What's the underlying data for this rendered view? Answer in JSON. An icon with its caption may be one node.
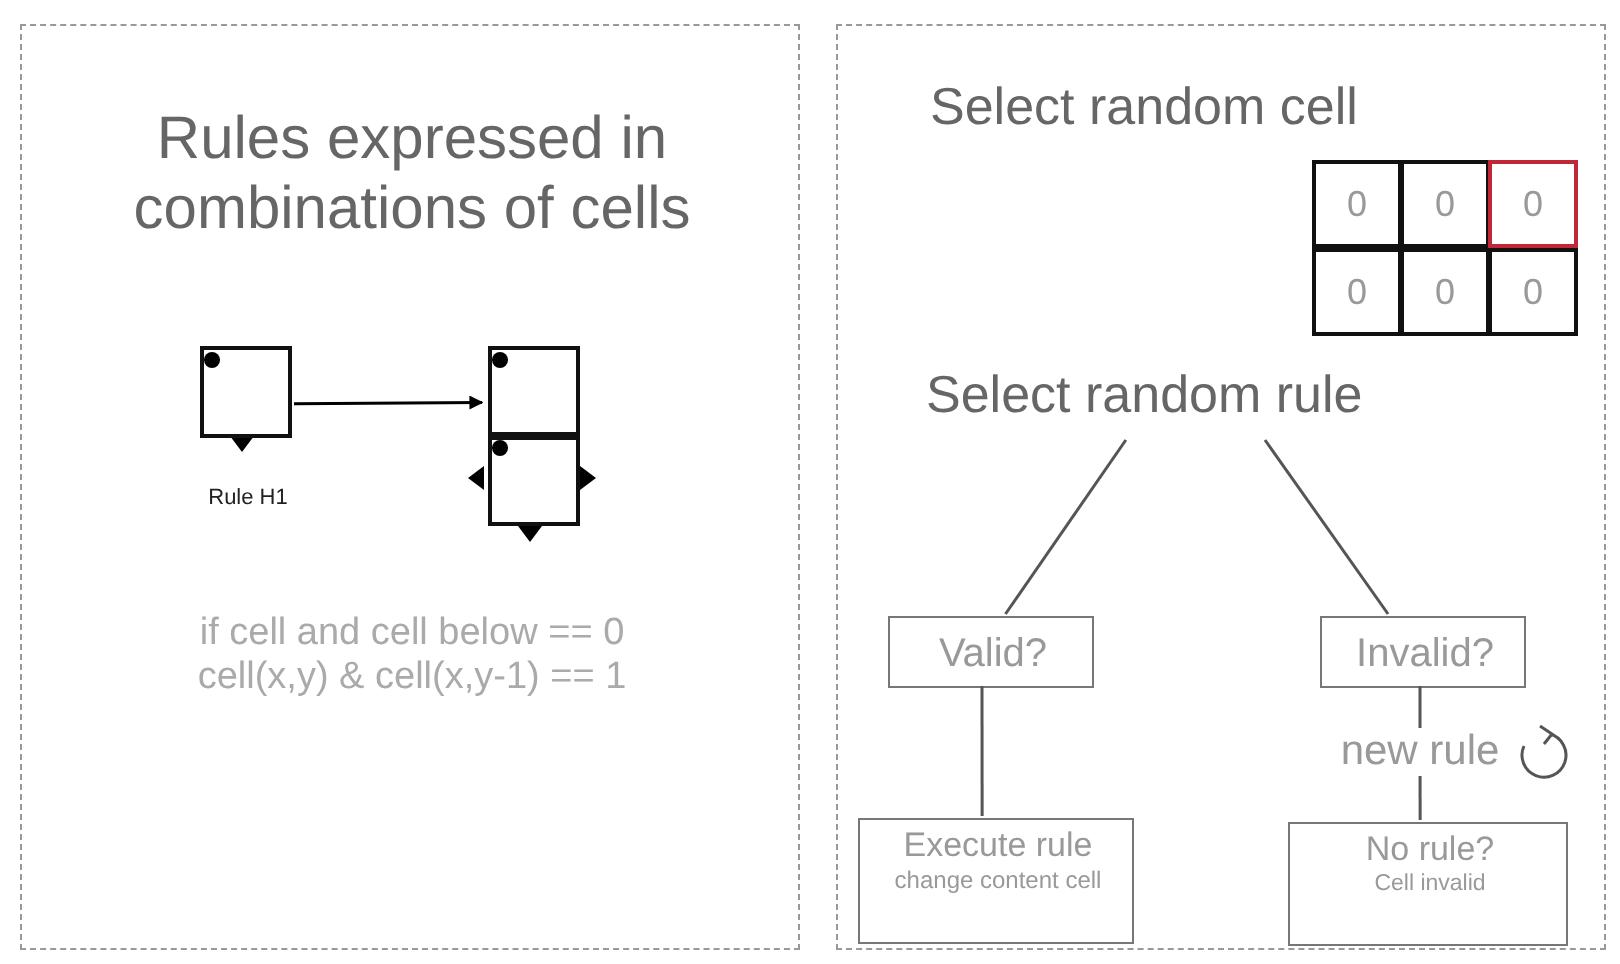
{
  "diagram": {
    "nodes": [
      {
        "text": [
          "Rules expressed in combinations of cells",
          "if cell and cell below == 0 cell(x,y) & cell(x,y-1) == 1"
        ]
      },
      {
        "text": [],
        "shape": "box",
        "in": 0,
        "beside": [
          "Rule H1"
        ]
      },
      {
        "text": [],
        "shape": "box",
        "in": 0
      },
      {
        "text": [],
        "shape": "box",
        "in": 0
      },
      {
        "text": [
          "Select random cell"
        ]
      },
      {
        "text": [
          "0"
        ],
        "in": 4
      },
      {
        "text": [
          "0"
        ],
        "in": 4
      },
      {
        "text": [
          "0"
        ],
        "in": 4
      },
      {
        "text": [
          "0"
        ],
        "in": 4
      },
      {
        "text": [
          "0"
        ],
        "in": 4
      },
      {
        "text": [
          "0"
        ],
        "in": 4
      },
      {
        "text": [
          "Select random rule"
        ],
        "in": 4
      },
      {
        "text": [
          "Valid?"
        ],
        "in": 4
      },
      {
        "text": [
          "Invalid?"
        ],
        "in": 4
      },
      {
        "text": [
          "Execute rule",
          "change content cell"
        ],
        "in": 4
      },
      {
        "text": [
          "No rule?",
          "Cell invalid"
        ],
        "in": 4
      }
    ],
    "edges": [
      {
        "from": 1,
        "to": 2,
        "arrow": "to"
      },
      {
        "from": 11,
        "to": 12,
        "arrow": "none"
      },
      {
        "from": 11,
        "to": 13,
        "arrow": "none"
      },
      {
        "from": 12,
        "to": 14,
        "arrow": "none"
      },
      {
        "from": 13,
        "to": 15,
        "arrow": "none",
        "label": "new rule"
      }
    ]
  }
}
